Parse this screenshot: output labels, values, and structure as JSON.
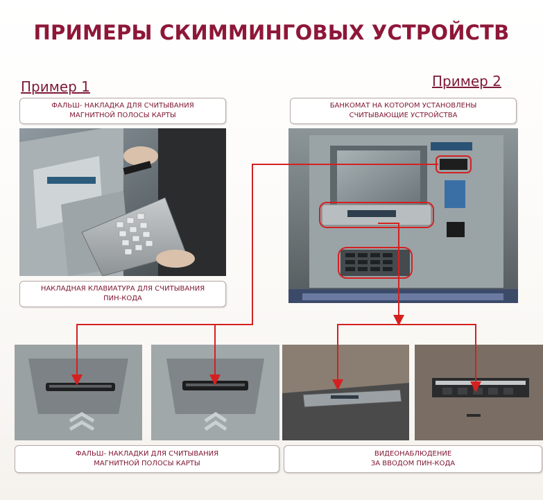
{
  "title": "ПРИМЕРЫ СКИММИНГОВЫХ УСТРОЙСТВ",
  "example1": {
    "label": "Пример 1",
    "caption_top": "ФАЛЬШ- НАКЛАДКА ДЛЯ СЧИТЫВАНИЯ\nМАГНИТНОЙ ПОЛОСЫ КАРТЫ",
    "caption_bottom": "НАКЛАДНАЯ КЛАВИАТУРА ДЛЯ СЧИТЫВАНИЯ\nПИН-КОДА"
  },
  "example2": {
    "label": "Пример 2",
    "caption_top": "БАНКОМАТ НА КОТОРОМ УСТАНОВЛЕНЫ\nСЧИТЫВАЮЩИЕ УСТРОЙСТВА"
  },
  "bottom": {
    "caption_left": "ФАЛЬШ- НАКЛАДКИ ДЛЯ СЧИТЫВАНИЯ\nМАГНИТНОЙ ПОЛОСЫ КАРТЫ",
    "caption_right": "ВИДЕОНАБЛЮДЕНИЕ\nЗА ВВОДОМ ПИН-КОДА"
  },
  "colors": {
    "title": "#8e1738",
    "caption_text": "#7d1430",
    "arrow": "#d42020"
  }
}
